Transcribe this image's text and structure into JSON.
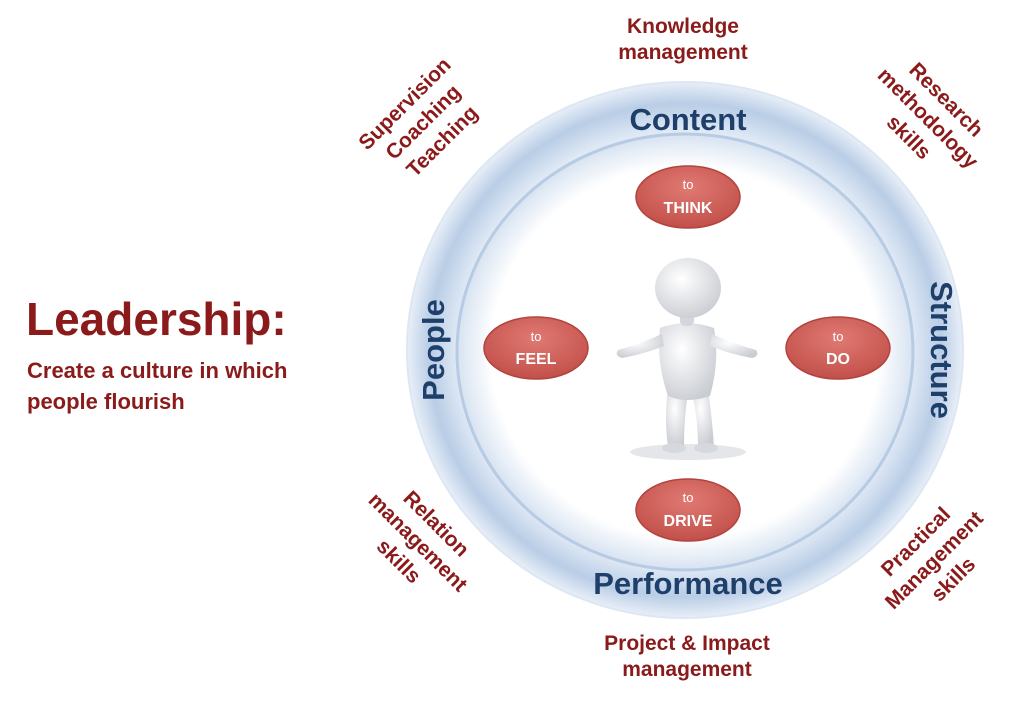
{
  "leadership": {
    "title": "Leadership:",
    "subtitle": "Create a culture in which people flourish"
  },
  "ring": {
    "top": "Content",
    "right": "Structure",
    "bottom": "Performance",
    "left": "People"
  },
  "pills": {
    "think": {
      "prefix": "to",
      "verb": "THINK"
    },
    "feel": {
      "prefix": "to",
      "verb": "FEEL"
    },
    "do": {
      "prefix": "to",
      "verb": "DO"
    },
    "drive": {
      "prefix": "to",
      "verb": "DRIVE"
    }
  },
  "skills": {
    "top": [
      "Knowledge",
      "management"
    ],
    "top_left": [
      "Supervision",
      "Coaching",
      "Teaching"
    ],
    "top_right": [
      "Research",
      "methodology",
      "skills"
    ],
    "bottom_left": [
      "Relation",
      "management",
      "skills"
    ],
    "bottom_right": [
      "Practical",
      "Management",
      "skills"
    ],
    "bottom": [
      "Project & Impact",
      "management"
    ]
  },
  "colors": {
    "accent": "#8b1a1a",
    "ring_text": "#1f3f6b",
    "pill": "#cd5c5c",
    "ring": "#c9d9ec"
  },
  "figure": {
    "icon": "person-figure-icon"
  }
}
